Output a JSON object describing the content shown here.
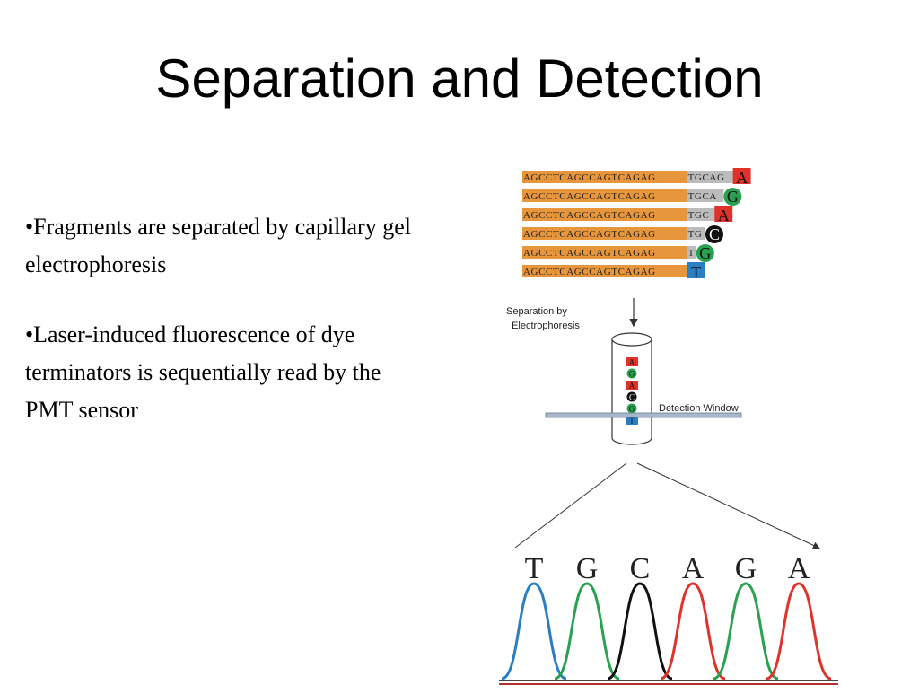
{
  "slide": {
    "title": "Separation and Detection",
    "bullets": [
      "•Fragments are separated by capillary gel electrophoresis",
      "•Laser-induced fluorescence of dye terminators is sequentially read by the PMT sensor"
    ]
  },
  "figure": {
    "fragments": [
      {
        "prefix": "AGCCTCAGCCAGTCAGAG",
        "suffix": "TGCAG",
        "terminal": "A"
      },
      {
        "prefix": "AGCCTCAGCCAGTCAGAG",
        "suffix": "TGCA",
        "terminal": "G"
      },
      {
        "prefix": "AGCCTCAGCCAGTCAGAG",
        "suffix": "TGC",
        "terminal": "A"
      },
      {
        "prefix": "AGCCTCAGCCAGTCAGAG",
        "suffix": "TG",
        "terminal": "C"
      },
      {
        "prefix": "AGCCTCAGCCAGTCAGAG",
        "suffix": "T",
        "terminal": "G"
      },
      {
        "prefix": "AGCCTCAGCCAGTCAGAG",
        "suffix": "",
        "terminal": "T"
      }
    ],
    "separation_label": "Separation by Electrophoresis",
    "separation_label_lines": [
      "Separation by",
      "Electrophoresis"
    ],
    "detection_label": "Detection Window",
    "capillary_bands": [
      "A",
      "G",
      "A",
      "C",
      "G",
      "T"
    ],
    "read_sequence": [
      "T",
      "G",
      "C",
      "A",
      "G",
      "A"
    ],
    "colors": {
      "A": "#e0322a",
      "G": "#2aa150",
      "C": "#111111",
      "T": "#2a7fc4",
      "prefix_bg": "#e8963c",
      "suffix_bg": "#bcbcbc"
    }
  }
}
